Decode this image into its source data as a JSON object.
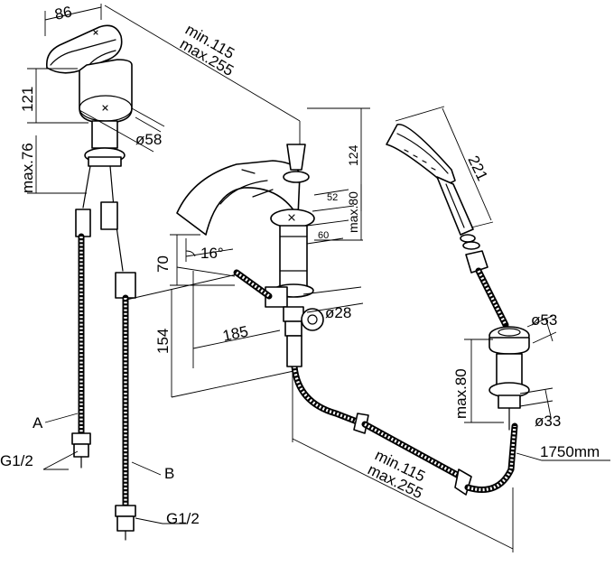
{
  "labels": {
    "dim_86": "86",
    "dim_121": "121",
    "dim_max76": "max.76",
    "dim_58": "ø58",
    "dim_min115_top": "min.115",
    "dim_max255_top": "max.255",
    "dim_124": "124",
    "dim_52": "52",
    "dim_max80_spout": "max.80",
    "dim_60": "60",
    "dim_70": "70",
    "dim_16deg": "16°",
    "dim_28": "ø28",
    "dim_185": "185",
    "dim_154": "154",
    "dim_221": "221",
    "dim_53": "ø53",
    "dim_max80_shower": "max.80",
    "dim_33": "ø33",
    "dim_1750": "1750mm",
    "dim_min115_bottom": "min.115",
    "dim_max255_bottom": "max.255",
    "hose_a": "A",
    "hose_b": "B",
    "thread_left": "G1/2",
    "thread_bottom": "G1/2"
  }
}
